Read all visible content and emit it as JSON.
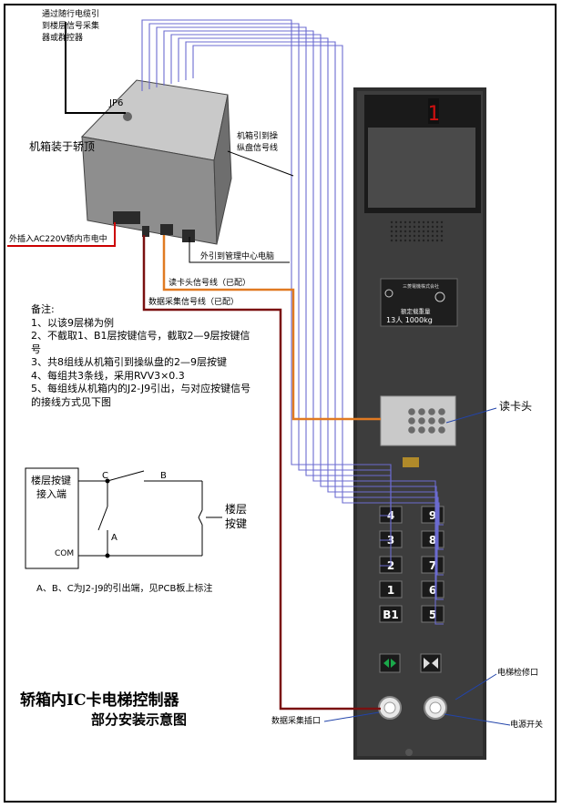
{
  "labels": {
    "cable_source": [
      "通过随行电缆引",
      "到楼层信号采集",
      "器或群控器"
    ],
    "jp6": "JP6",
    "box_on_roof": "机箱装于轿顶",
    "box_to_panel": [
      "机箱引到操",
      "纵盘信号线"
    ],
    "external_power": "外插入AC220V轿内市电中",
    "to_pc": "外引到管理中心电脑",
    "reader_signal": "读卡头信号线（已配）",
    "data_signal": "数据采集信号线（已配）",
    "card_reader": "读卡头",
    "maintenance_port": "电梯检修口",
    "data_port": "数据采集插口",
    "power_switch": "电源开关"
  },
  "notes": {
    "heading": "备注:",
    "items": [
      "1、以该9层梯为例",
      "2、不截取1、B1层按键信号，截取2—9层按键信号",
      "3、共8组线从机箱引到操纵盘的2—9层按键",
      "4、每组共3条线，采用RVV3×0.3",
      "5、每组线从机箱内的J2-J9引出，与对应按键信号的接线方式见下图"
    ]
  },
  "circuit": {
    "box_label": [
      "楼层按键",
      "接入端"
    ],
    "com": "COM",
    "a": "A",
    "b": "B",
    "c": "C",
    "floor_button": [
      "楼层",
      "按键"
    ],
    "caption": "A、B、C为J2-J9的引出端，见PCB板上标注"
  },
  "title": {
    "line1": "轿箱内IC卡电梯控制器",
    "line2": "部分安装示意图"
  },
  "panel": {
    "display_digit": "1",
    "nameplate": [
      "三菱電機株式会社",
      "额定载重量",
      "13人    1000kg"
    ],
    "buttons_left": [
      "4",
      "3",
      "2",
      "1",
      "B1"
    ],
    "buttons_right": [
      "9",
      "8",
      "7",
      "6",
      "5"
    ]
  },
  "colors": {
    "wire": "#6b6bd0",
    "reader_wire": "#e07a22",
    "data_wire": "#7a1010",
    "power_wire": "#cc0000",
    "panel": "#3a3a3a"
  }
}
